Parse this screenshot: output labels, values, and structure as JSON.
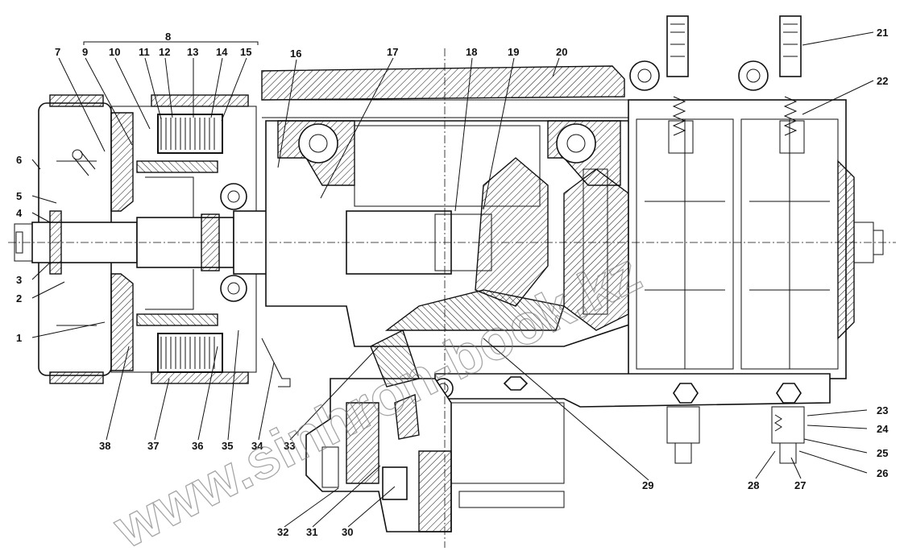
{
  "callouts": [
    {
      "id": "c1",
      "text": "1"
    },
    {
      "id": "c2",
      "text": "2"
    },
    {
      "id": "c3",
      "text": "3"
    },
    {
      "id": "c4",
      "text": "4"
    },
    {
      "id": "c5",
      "text": "5"
    },
    {
      "id": "c6",
      "text": "6"
    },
    {
      "id": "c7",
      "text": "7"
    },
    {
      "id": "c8",
      "text": "8"
    },
    {
      "id": "c9",
      "text": "9"
    },
    {
      "id": "c10",
      "text": "10"
    },
    {
      "id": "c11",
      "text": "11"
    },
    {
      "id": "c12",
      "text": "12"
    },
    {
      "id": "c13",
      "text": "13"
    },
    {
      "id": "c14",
      "text": "14"
    },
    {
      "id": "c15",
      "text": "15"
    },
    {
      "id": "c16",
      "text": "16"
    },
    {
      "id": "c17",
      "text": "17"
    },
    {
      "id": "c18",
      "text": "18"
    },
    {
      "id": "c19",
      "text": "19"
    },
    {
      "id": "c20",
      "text": "20"
    },
    {
      "id": "c21",
      "text": "21"
    },
    {
      "id": "c22",
      "text": "22"
    },
    {
      "id": "c23",
      "text": "23"
    },
    {
      "id": "c24",
      "text": "24"
    },
    {
      "id": "c25",
      "text": "25"
    },
    {
      "id": "c26",
      "text": "26"
    },
    {
      "id": "c27",
      "text": "27"
    },
    {
      "id": "c28",
      "text": "28"
    },
    {
      "id": "c29",
      "text": "29"
    },
    {
      "id": "c30",
      "text": "30"
    },
    {
      "id": "c31",
      "text": "31"
    },
    {
      "id": "c32",
      "text": "32"
    },
    {
      "id": "c33",
      "text": "33"
    },
    {
      "id": "c34",
      "text": "34"
    },
    {
      "id": "c35",
      "text": "35"
    },
    {
      "id": "c36",
      "text": "36"
    },
    {
      "id": "c37",
      "text": "37"
    },
    {
      "id": "c38",
      "text": "38"
    }
  ],
  "watermark": "www.sinhron-book.kz",
  "colors": {
    "line": "#111111",
    "background": "#ffffff",
    "watermark": "#777777"
  }
}
